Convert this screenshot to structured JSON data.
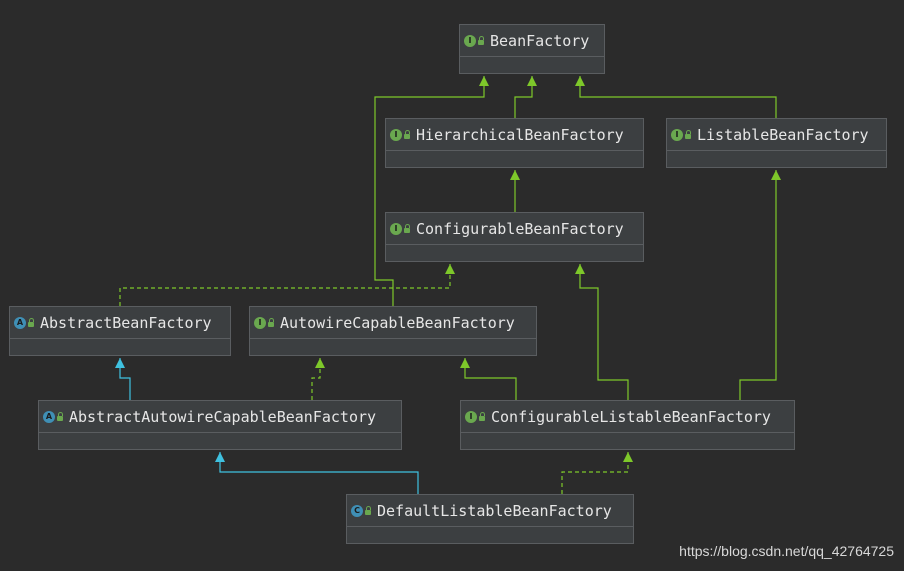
{
  "nodes": [
    {
      "id": "bean-factory",
      "name": "BeanFactory",
      "kind": "interface"
    },
    {
      "id": "hierarchical-bean-factory",
      "name": "HierarchicalBeanFactory",
      "kind": "interface"
    },
    {
      "id": "listable-bean-factory",
      "name": "ListableBeanFactory",
      "kind": "interface"
    },
    {
      "id": "configurable-bean-factory",
      "name": "ConfigurableBeanFactory",
      "kind": "interface"
    },
    {
      "id": "abstract-bean-factory",
      "name": "AbstractBeanFactory",
      "kind": "abstract"
    },
    {
      "id": "autowire-capable-bean-factory",
      "name": "AutowireCapableBeanFactory",
      "kind": "interface"
    },
    {
      "id": "abstract-autowire-capable-bean-factory",
      "name": "AbstractAutowireCapableBeanFactory",
      "kind": "abstract"
    },
    {
      "id": "configurable-listable-bean-factory",
      "name": "ConfigurableListableBeanFactory",
      "kind": "interface"
    },
    {
      "id": "default-listable-bean-factory",
      "name": "DefaultListableBeanFactory",
      "kind": "class"
    }
  ],
  "colors": {
    "interface_icon": "#6aa84f",
    "class_icon": "#3f8fb5",
    "extends_line": "#7ec82a",
    "class_extends_line": "#3fc1e0"
  },
  "watermark": "https://blog.csdn.net/qq_42764725"
}
